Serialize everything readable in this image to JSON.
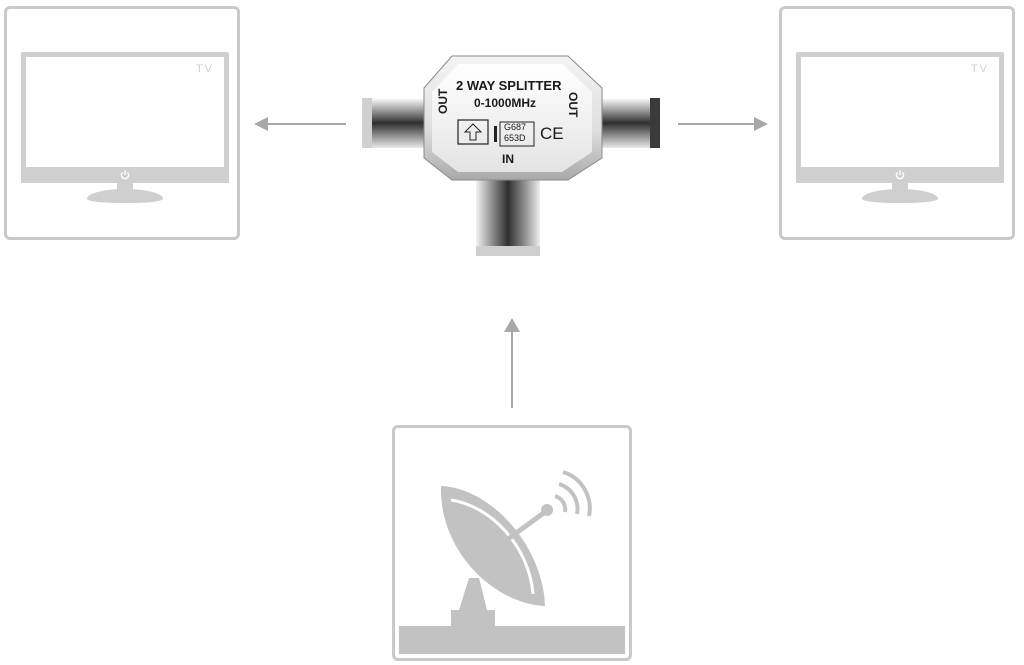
{
  "tv_left": {
    "label": "TV"
  },
  "tv_right": {
    "label": "TV"
  },
  "splitter": {
    "title": "2 WAY SPLITTER",
    "frequency": "0-1000MHz",
    "out_left": "OUT",
    "out_right": "OUT",
    "in_label": "IN",
    "cert_code_1": "G687",
    "cert_code_2": "653D",
    "ce_mark": "CE"
  },
  "colors": {
    "frame": "#c9c9c9",
    "arrow": "#a8a8a8",
    "icon": "#c2c2c2"
  }
}
